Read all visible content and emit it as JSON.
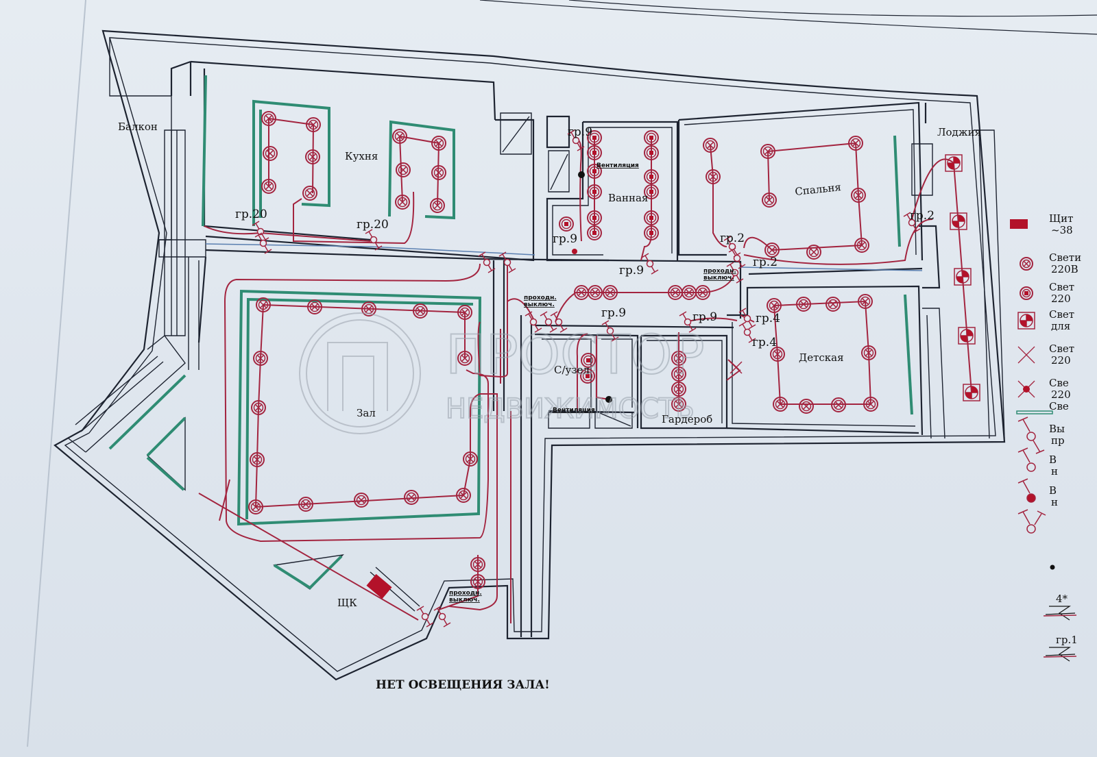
{
  "rooms": {
    "balcony": "Балкон",
    "kitchen": "Кухня",
    "bathroom": "Ванная",
    "bedroom": "Спальня",
    "loggia": "Лоджия",
    "hall": "Зал",
    "wc": "С/узел",
    "wardrobe": "Гардероб",
    "kids_room": "Детская",
    "panel": "ЩК"
  },
  "groups": {
    "gr20": "гр.20",
    "gr9": "гр.9",
    "gr2": "гр.2",
    "gr4": "гр.4"
  },
  "labels": {
    "ventilation": "Вентиляция",
    "pass_switch_1": "проходн.",
    "pass_switch_2": "выключ."
  },
  "note": "НЕТ ОСВЕЩЕНИЯ ЗАЛА!",
  "watermark": {
    "line1": "ПРОСТОР",
    "line2": "НЕДВИЖИМОСТЬ"
  },
  "legend": {
    "items": [
      {
        "symbol": "panel",
        "text": "Щит",
        "text2": "~38"
      },
      {
        "symbol": "luminaire-x",
        "text": "Свети",
        "text2": "220В"
      },
      {
        "symbol": "luminaire-square",
        "text": "Свет",
        "text2": "220"
      },
      {
        "symbol": "luminaire-hatched",
        "text": "Свет",
        "text2": "для"
      },
      {
        "symbol": "cross",
        "text": "Свет",
        "text2": "220"
      },
      {
        "symbol": "cross-dot",
        "text": "Све",
        "text2": "220"
      },
      {
        "symbol": "green-strip",
        "text": "Све",
        "text2": ""
      },
      {
        "symbol": "switch-pass",
        "text": "Вы",
        "text2": "пр"
      },
      {
        "symbol": "switch-open",
        "text": "В",
        "text2": "н"
      },
      {
        "symbol": "switch-filled",
        "text": "В",
        "text2": "н"
      },
      {
        "symbol": "switch-double",
        "text": "",
        "text2": ""
      },
      {
        "symbol": "dot",
        "text": "",
        "text2": ""
      },
      {
        "symbol": "line-4",
        "text": "4*",
        "text2": ""
      },
      {
        "symbol": "line-gr1",
        "text": "гр.1",
        "text2": ""
      }
    ]
  },
  "colors": {
    "wire": "#a3243f",
    "wall": "#1d2330",
    "strip": "#2f8c73",
    "panel": "#b3122a",
    "paper": "#dfe6ee"
  }
}
